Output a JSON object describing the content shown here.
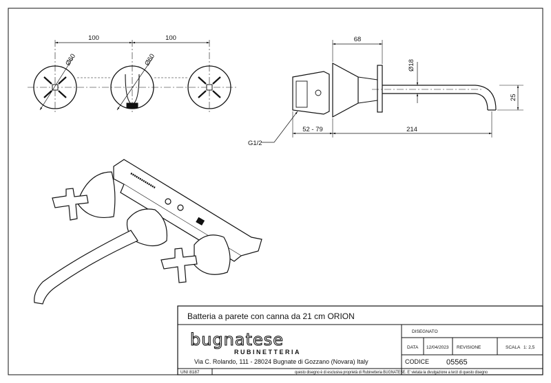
{
  "front_view": {
    "dim_spacing_left": "100",
    "dim_spacing_right": "100",
    "dim_diam_left": "Ø60",
    "dim_diam_right": "Ø60"
  },
  "side_view": {
    "dim_plate_depth": "68",
    "dim_spout_diam": "Ø18",
    "dim_spout_drop": "25",
    "dim_adjust_range": "52 - 79",
    "dim_spout_length": "214",
    "thread_label": "G1/2"
  },
  "title_block": {
    "product_title": "Batteria a parete con canna da 21 cm ORION",
    "brand_name": "bugnatese",
    "brand_sub": "RUBINETTERIA",
    "address": "Via C. Rolando, 111 - 28024 Bugnate di Gozzano (Novara) Italy",
    "standard": "UNI 8187",
    "disclaimer": "questo disegno è di esclusiva proprietà di Rubinetteria BUGNATESE. E' vietata la divulgazione a terzi di questo disegno",
    "drawn_label": "DISEGNATO",
    "date_label": "DATA",
    "date_value": "12/04/2023",
    "revision_label": "REVISIONE",
    "scale_label": "SCALA",
    "scale_value": "1: 2,5",
    "code_label": "CODICE",
    "code_value": "05565"
  }
}
